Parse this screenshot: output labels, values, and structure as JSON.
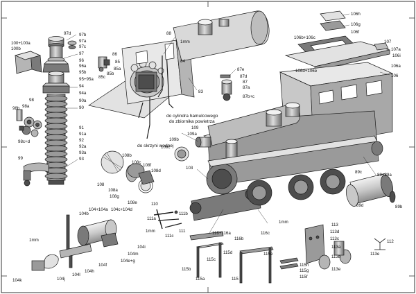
{
  "labels": {
    "p100": "100+100a",
    "p100b": "100b",
    "p97d": "97d",
    "p97b": "97b",
    "p97a": "97a",
    "p97c": "97c",
    "p97": "97",
    "p96": "96",
    "p96a": "96a",
    "p95b": "95b",
    "p95": "95+95a",
    "p94": "94",
    "p94a": "94a",
    "p90a": "90a",
    "p90": "90",
    "p91": "91",
    "p91a": "91a",
    "p92": "92",
    "p92a": "92a",
    "p93a": "93a",
    "p93": "93",
    "p98": "98",
    "p98a": "98a",
    "p98b": "98b",
    "p98cd": "98c+d",
    "p99": "99",
    "p88": "88",
    "p86": "86",
    "p85": "85",
    "p85a": "85a",
    "p85b": "85b",
    "p85c": "85c",
    "p84": "84",
    "p83": "83",
    "p1mm_a": "1mm",
    "to_brake": "do cylindra hamulcowego",
    "to_air": "do zbiornika powietrza",
    "to_water": "do skrzyni wodnej",
    "p109": "109",
    "p109a": "109a",
    "p109b": "109b",
    "p109c": "109c",
    "p108b": "108b",
    "p108c": "108c",
    "p108f": "108f",
    "p108d": "108d",
    "p108": "108",
    "p108a": "108a",
    "p108e": "108e",
    "p108g": "108g",
    "p103": "103",
    "p87e": "87e",
    "p87d": "87d",
    "p87": "87",
    "p87a": "87a",
    "p87bc": "87b+c",
    "p106h": "106h",
    "p106g": "106g",
    "p106f": "106f",
    "p106bc": "106b+106c",
    "p106de": "106d+106e",
    "p107": "107",
    "p107a": "107a",
    "p106i": "106i",
    "p106a": "106a",
    "p106": "106",
    "p89c": "89c",
    "p89": "89+89a",
    "p89d": "89d",
    "p89b": "89b",
    "p110": "110",
    "p111a": "111a",
    "p111b": "111b",
    "p111c": "111c",
    "p111": "111",
    "p1mm_b": "1mm",
    "p116": "116+116a",
    "p116b": "116b",
    "p116c": "116c",
    "p1mm_c": "1mm",
    "p1mm_d": "1mm",
    "p104b": "104b",
    "p104a": "104+104a",
    "p104cd": "104c+104d",
    "p104i": "104i",
    "p104m": "104m",
    "p104eg": "104e+g",
    "p104f": "104f",
    "p104h": "104h",
    "p104l": "104l",
    "p104j": "104j",
    "p104k": "104k",
    "p115c": "115c",
    "p115d": "115d",
    "p115b": "115b",
    "p115a": "115a",
    "p115": "115",
    "p115e": "115e",
    "p115h": "115h",
    "p115g": "115g",
    "p115f": "115f",
    "p113": "113",
    "p113d": "113d",
    "p113c": "113c",
    "p113a": "113a",
    "p113b": "113b",
    "p113ee": "113e",
    "p113e": "113e",
    "p112": "112"
  },
  "colors": {
    "outline": "#1a1a1a",
    "light": "#e2e2e2",
    "mid": "#b5b5b5",
    "dark": "#7a7a7a",
    "darker": "#4d4d4d",
    "background": "#ffffff"
  }
}
